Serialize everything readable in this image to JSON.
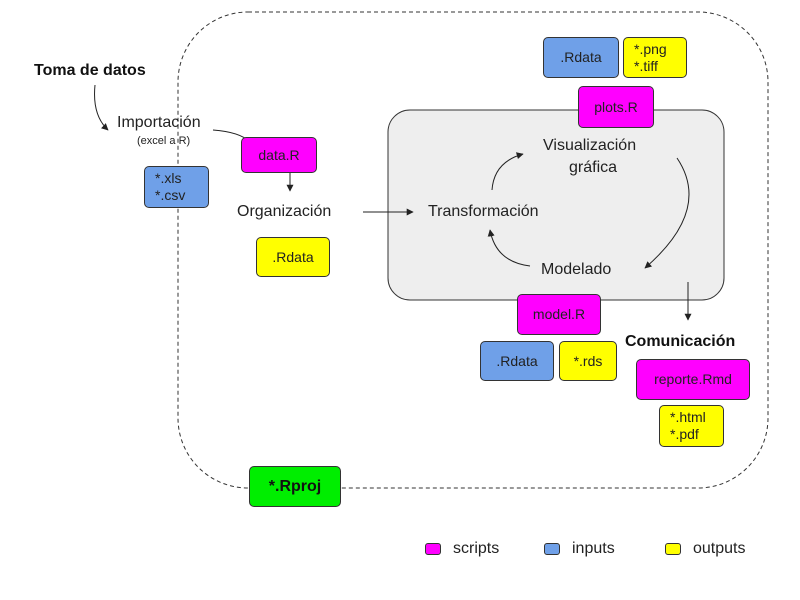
{
  "labels": {
    "toma": "Toma de datos",
    "importacion": "Importación",
    "importacion_sub": "(excel a R)",
    "organizacion": "Organización",
    "transformacion": "Transformación",
    "visualizacion_1": "Visualización",
    "visualizacion_2": "gráfica",
    "modelado": "Modelado",
    "comunicacion": "Comunicación"
  },
  "boxes": {
    "data_r": "data.R",
    "xls": "*.xls",
    "csv": "*.csv",
    "rdata_org": ".Rdata",
    "rdata_vis": ".Rdata",
    "png": "*.png",
    "tiff": "*.tiff",
    "plots_r": "plots.R",
    "model_r": "model.R",
    "rdata_model": ".Rdata",
    "rds": "*.rds",
    "reporte": "reporte.Rmd",
    "html": "*.html",
    "pdf": "*.pdf",
    "rproj": "*.Rproj"
  },
  "legend": {
    "scripts": "scripts",
    "inputs": "inputs",
    "outputs": "outputs"
  },
  "colors": {
    "scripts": "#ff00ff",
    "inputs": "#6fa0e8",
    "outputs": "#ffff00",
    "project": "#00ee00",
    "analysis_panel": "#eeeeee"
  }
}
